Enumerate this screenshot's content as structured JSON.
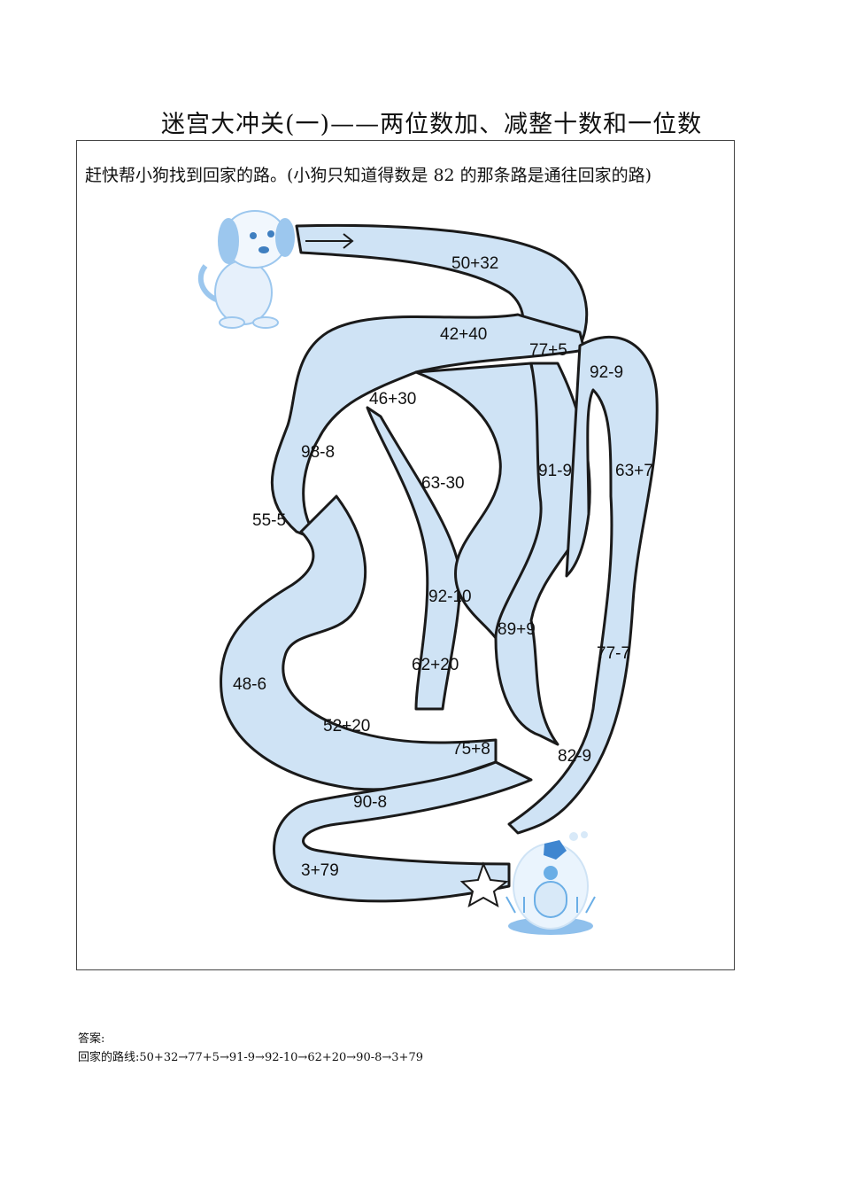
{
  "title": "迷宫大冲关(一)——两位数加、减整十数和一位数",
  "instruction": "赶快帮小狗找到回家的路。(小狗只知道得数是 82 的那条路是通往回家的路)",
  "maze": {
    "expressions": [
      "50+32",
      "42+40",
      "77+5",
      "92-9",
      "46+30",
      "98-8",
      "91-9",
      "63+7",
      "63-30",
      "55-5",
      "92-10",
      "89+9",
      "77-7",
      "62+20",
      "48-6",
      "52+20",
      "75+8",
      "82-9",
      "90-8",
      "3+79"
    ],
    "colors": {
      "path_fill": "#cfe3f5",
      "path_stroke": "#1a1a1a",
      "house_blue": "#6aaee6",
      "dog_blue": "#9cc7ee"
    }
  },
  "answer": {
    "heading": "答案:",
    "route": "回家的路线:50+32→77+5→91-9→92-10→62+20→90-8→3+79"
  }
}
